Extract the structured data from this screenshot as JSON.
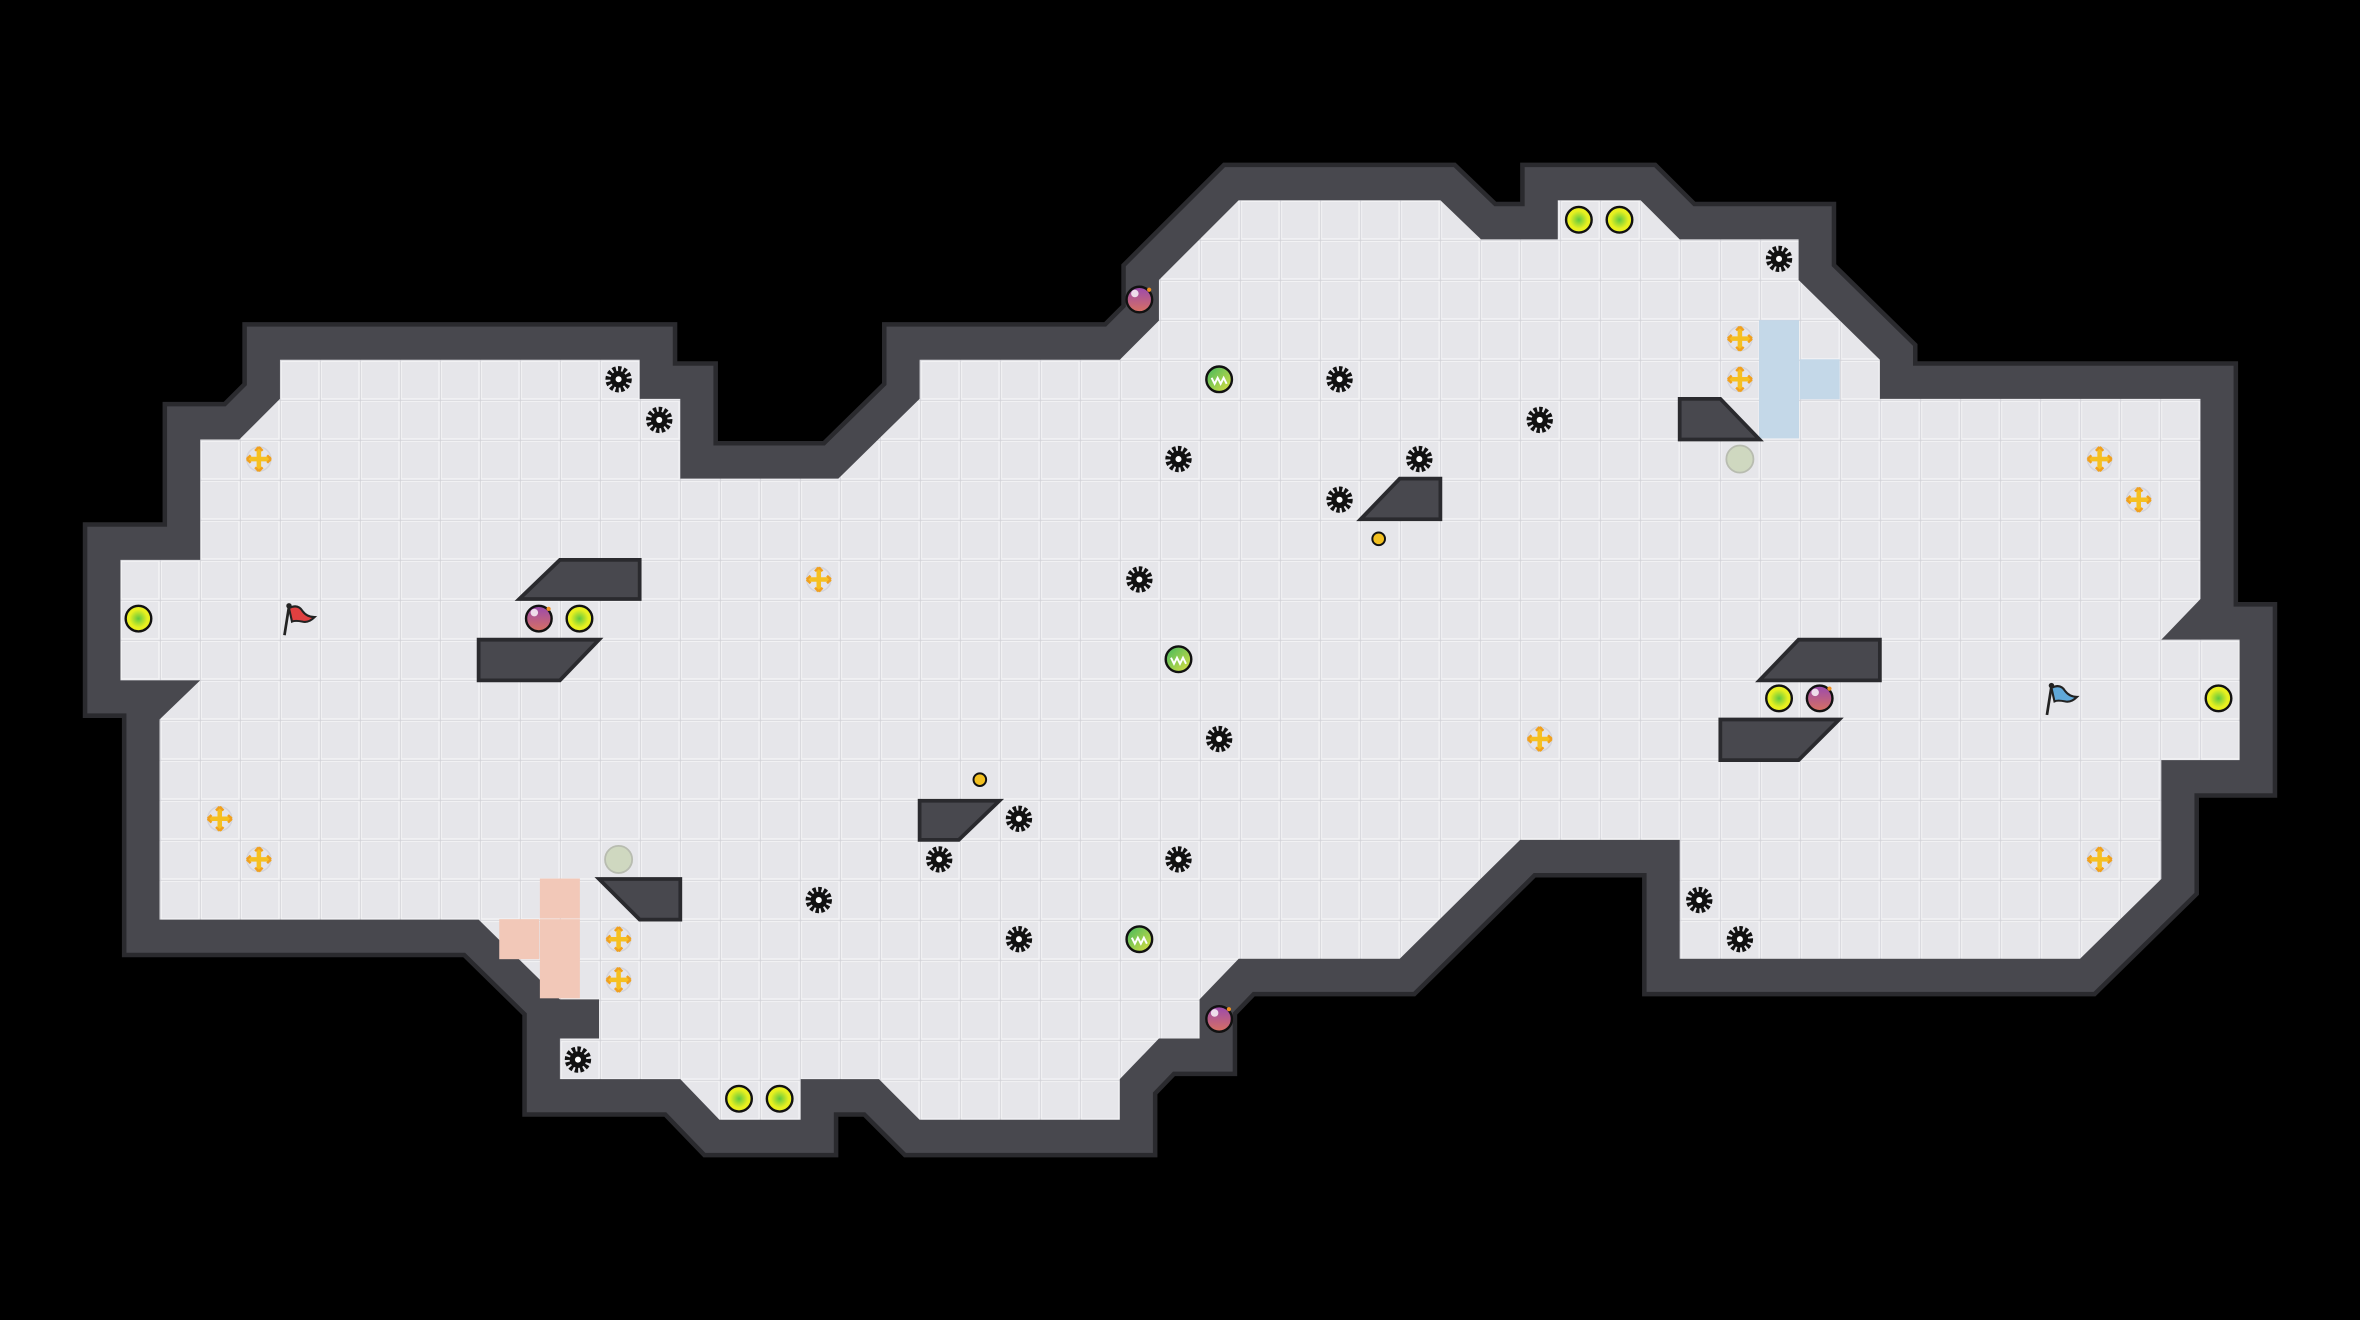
{
  "game": {
    "type": "capture-the-flag tile map",
    "colors": {
      "background": "#000000",
      "floor": "#e6e6ea",
      "grid_line": "#d2d2d8",
      "wall": "#48484e",
      "wall_edge": "#2a2a2e",
      "red_zone": "#f2c8b8",
      "blue_zone": "#c4d8e8",
      "boost": "#e8f020",
      "bomb": "#a05090",
      "portal": "#60c060",
      "spike": "#111111",
      "powerup": "#f6c020",
      "inactive": "#cfd8c0",
      "red_flag": "#e04040",
      "blue_flag": "#60a8d8"
    },
    "counts": {
      "spikes": 18,
      "boosts": 8,
      "bombs": 4,
      "portals": 3,
      "powerups": 12,
      "flags": 2
    }
  }
}
